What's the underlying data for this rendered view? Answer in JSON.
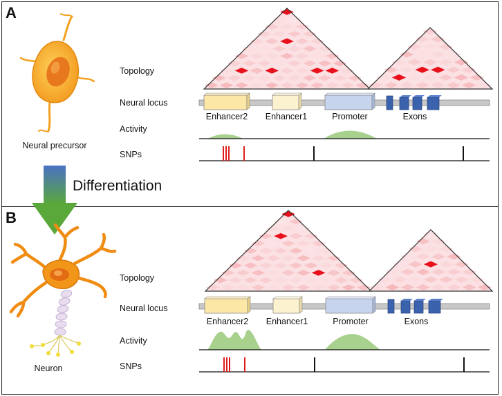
{
  "panel_a": {
    "letter": "A",
    "cell_caption": "Neural precursor",
    "labels": {
      "topology": "Topology",
      "locus": "Neural locus",
      "activity": "Activity",
      "snps": "SNPs"
    },
    "elements": {
      "enhancer2": "Enhancer2",
      "enhancer1": "Enhancer1",
      "promoter": "Promoter",
      "exons": "Exons"
    }
  },
  "panel_b": {
    "letter": "B",
    "cell_caption": "Neuron",
    "labels": {
      "topology": "Topology",
      "locus": "Neural locus",
      "activity": "Activity",
      "snps": "SNPs"
    },
    "elements": {
      "enhancer2": "Enhancer2",
      "enhancer1": "Enhancer1",
      "promoter": "Promoter",
      "exons": "Exons"
    }
  },
  "transition": {
    "label": "Differentiation"
  },
  "colors": {
    "heatmap_base": "#f3a3a7",
    "heatmap_strong": "#e8101b",
    "enhancer2": "#fde7a6",
    "enhancer1": "#fdf2cf",
    "promoter": "#c7d4ee",
    "exon": "#3a62ad",
    "activity": "#a9d18e",
    "snp_red": "#e01b1b",
    "arrow_top": "#4a72c4",
    "arrow_bottom": "#5aa83a"
  }
}
